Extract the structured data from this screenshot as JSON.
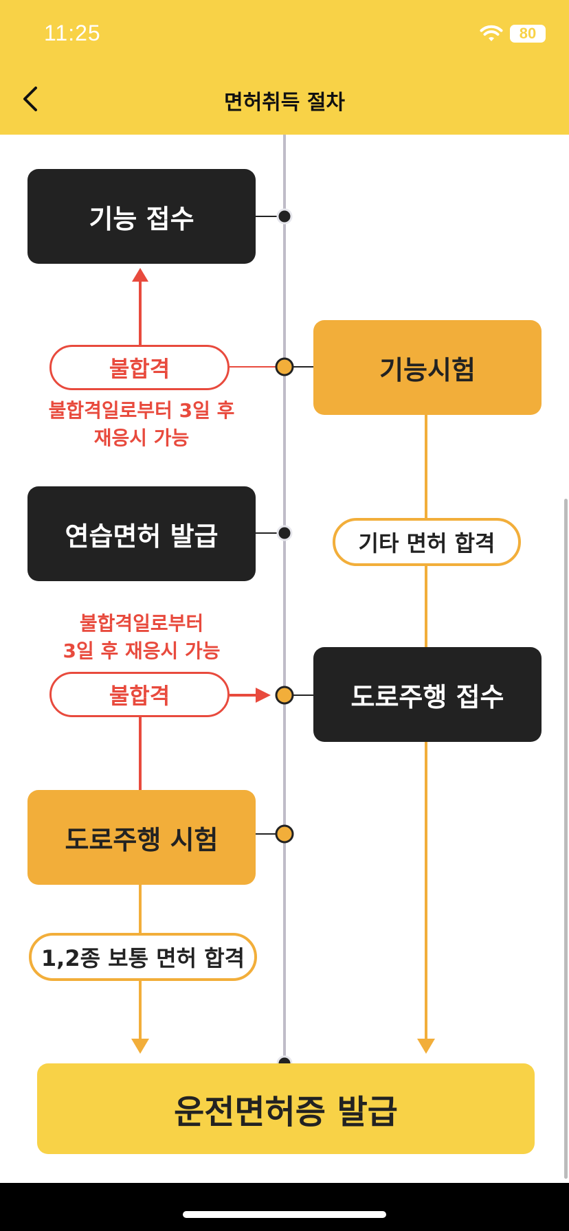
{
  "status_bar": {
    "time": "11:25",
    "battery": "80"
  },
  "header": {
    "title": "면허취득 절차"
  },
  "steps": {
    "skill_apply": "기능 접수",
    "skill_test": "기능시험",
    "learner_license": "연습면허 발급",
    "road_apply": "도로주행 접수",
    "road_test": "도로주행 시험",
    "license_issue": "운전면허증 발급"
  },
  "pills": {
    "fail_1": "불합격",
    "fail_2": "불합격",
    "other_pass": "기타 면허 합격",
    "class12_pass": "1,2종 보통 면허 합격"
  },
  "notes": {
    "retest_1": "불합격일로부터 3일 후\n재응시 가능",
    "retest_2": "불합격일로부터\n3일 후 재응시 가능"
  },
  "colors": {
    "header_bg": "#F8D247",
    "dark_box": "#222222",
    "orange_box": "#F2AE3A",
    "red": "#E84A3D",
    "timeline": "#BFBCC8"
  }
}
